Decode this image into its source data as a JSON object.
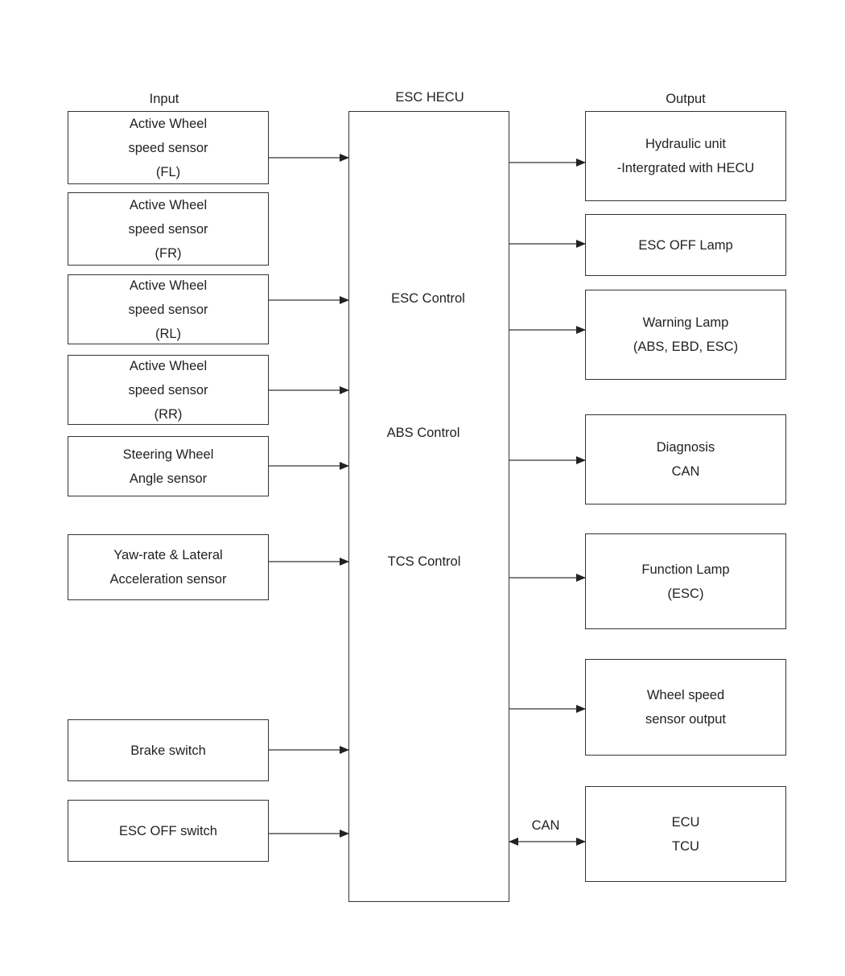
{
  "headings": {
    "input": "Input",
    "hecu": "ESC HECU",
    "output": "Output"
  },
  "hecu": {
    "controls": [
      "ESC Control",
      "ABS Control",
      "TCS Control"
    ]
  },
  "inputs": [
    {
      "lines": [
        "Active Wheel",
        "speed sensor",
        "(FL)"
      ],
      "has_arrow": true
    },
    {
      "lines": [
        "Active Wheel",
        "speed sensor",
        "(FR)"
      ],
      "has_arrow": false
    },
    {
      "lines": [
        "Active Wheel",
        "speed sensor",
        "(RL)"
      ],
      "has_arrow": true
    },
    {
      "lines": [
        "Active Wheel",
        "speed sensor",
        "(RR)"
      ],
      "has_arrow": true
    },
    {
      "lines": [
        "Steering Wheel",
        "Angle sensor"
      ],
      "has_arrow": true
    },
    {
      "lines": [
        "Yaw-rate & Lateral",
        "Acceleration sensor"
      ],
      "has_arrow": true
    },
    {
      "lines": [
        "Brake switch"
      ],
      "has_arrow": true
    },
    {
      "lines": [
        "ESC OFF switch"
      ],
      "has_arrow": true
    }
  ],
  "outputs": [
    {
      "lines": [
        "Hydraulic unit",
        "-Intergrated with HECU"
      ],
      "bidirectional": false
    },
    {
      "lines": [
        "ESC OFF Lamp"
      ],
      "bidirectional": false
    },
    {
      "lines": [
        "Warning Lamp",
        "(ABS, EBD, ESC)"
      ],
      "bidirectional": false
    },
    {
      "lines": [
        "Diagnosis",
        "CAN"
      ],
      "bidirectional": false
    },
    {
      "lines": [
        "Function Lamp",
        "(ESC)"
      ],
      "bidirectional": false
    },
    {
      "lines": [
        "Wheel speed",
        "sensor output"
      ],
      "bidirectional": false
    },
    {
      "lines": [
        "ECU",
        "TCU"
      ],
      "bidirectional": true
    }
  ],
  "can_label": "CAN",
  "colors": {
    "line": "#333333",
    "text": "#222222",
    "background": "#ffffff"
  }
}
